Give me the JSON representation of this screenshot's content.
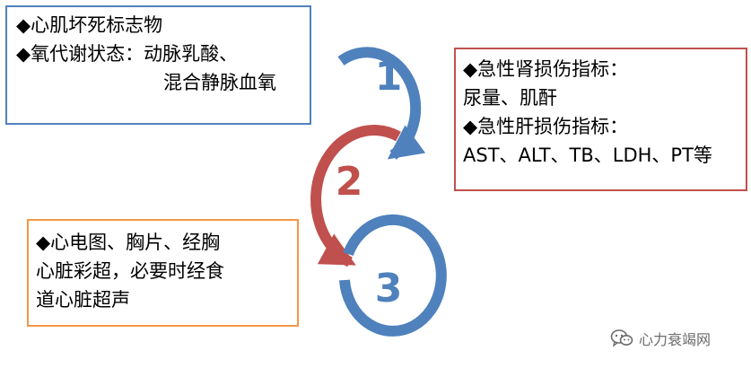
{
  "steps": [
    {
      "number": "1",
      "color": "#4f81bd"
    },
    {
      "number": "2",
      "color": "#c0504d"
    },
    {
      "number": "3",
      "color": "#4f81bd"
    }
  ],
  "box_blue": {
    "line1": "◆心肌坏死标志物",
    "line2": "◆氧代谢状态：动脉乳酸、",
    "line3": "混合静脉血氧",
    "border_color": "#4f81bd"
  },
  "box_red": {
    "line1": "◆急性肾损伤指标：",
    "line2": "尿量、肌酐",
    "line3": "◆急性肝损伤指标：",
    "line4": "AST、ALT、TB、LDH、PT等",
    "border_color": "#c0504d"
  },
  "box_orange": {
    "line1": "◆心电图、胸片、经胸",
    "line2": "心脏彩超，必要时经食",
    "line3": "道心脏超声",
    "border_color": "#f79646"
  },
  "watermark": {
    "text": "心力衰竭网",
    "icon": "wechat-icon"
  }
}
